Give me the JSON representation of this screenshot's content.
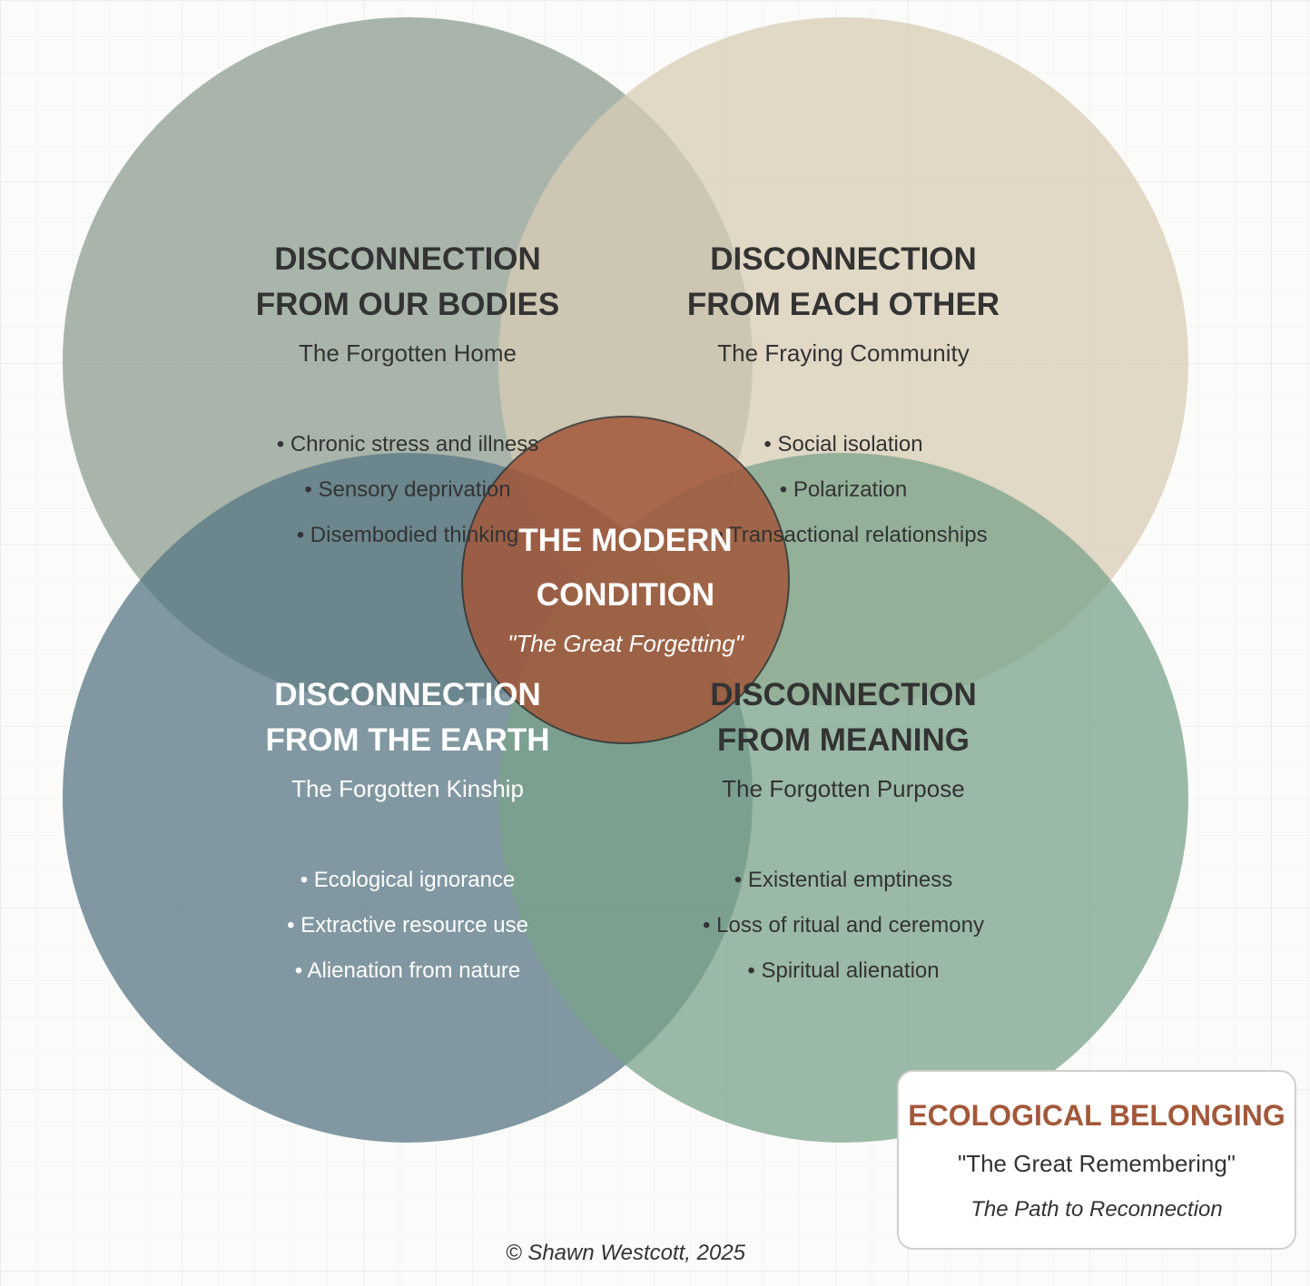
{
  "circles": {
    "bodies": {
      "title_line1": "DISCONNECTION",
      "title_line2": "FROM OUR BODIES",
      "subtitle": "The Forgotten Home",
      "bullets": [
        "• Chronic stress and illness",
        "• Sensory deprivation",
        "• Disembodied thinking"
      ],
      "color": "#8e9d8f"
    },
    "each_other": {
      "title_line1": "DISCONNECTION",
      "title_line2": "FROM EACH OTHER",
      "subtitle": "The Fraying Community",
      "bullets": [
        "• Social isolation",
        "• Polarization",
        "• Transactional relationships"
      ],
      "color": "#d8ccb4"
    },
    "earth": {
      "title_line1": "DISCONNECTION",
      "title_line2": "FROM THE EARTH",
      "subtitle": "The Forgotten Kinship",
      "bullets": [
        "• Ecological ignorance",
        "• Extractive resource use",
        "• Alienation from nature"
      ],
      "color": "#587784"
    },
    "meaning": {
      "title_line1": "DISCONNECTION",
      "title_line2": "FROM MEANING",
      "subtitle": "The Forgotten Purpose",
      "bullets": [
        "• Existential emptiness",
        "• Loss of ritual and ceremony",
        "• Spiritual alienation"
      ],
      "color": "#7aa38a"
    }
  },
  "center": {
    "title_line1": "THE MODERN",
    "title_line2": "CONDITION",
    "subtitle": "\"The Great Forgetting\"",
    "color": "#a3583a"
  },
  "legend": {
    "title": "ECOLOGICAL BELONGING",
    "subtitle": "\"The Great Remembering\"",
    "note": "The Path to Reconnection"
  },
  "copyright": "© Shawn Westcott, 2025"
}
